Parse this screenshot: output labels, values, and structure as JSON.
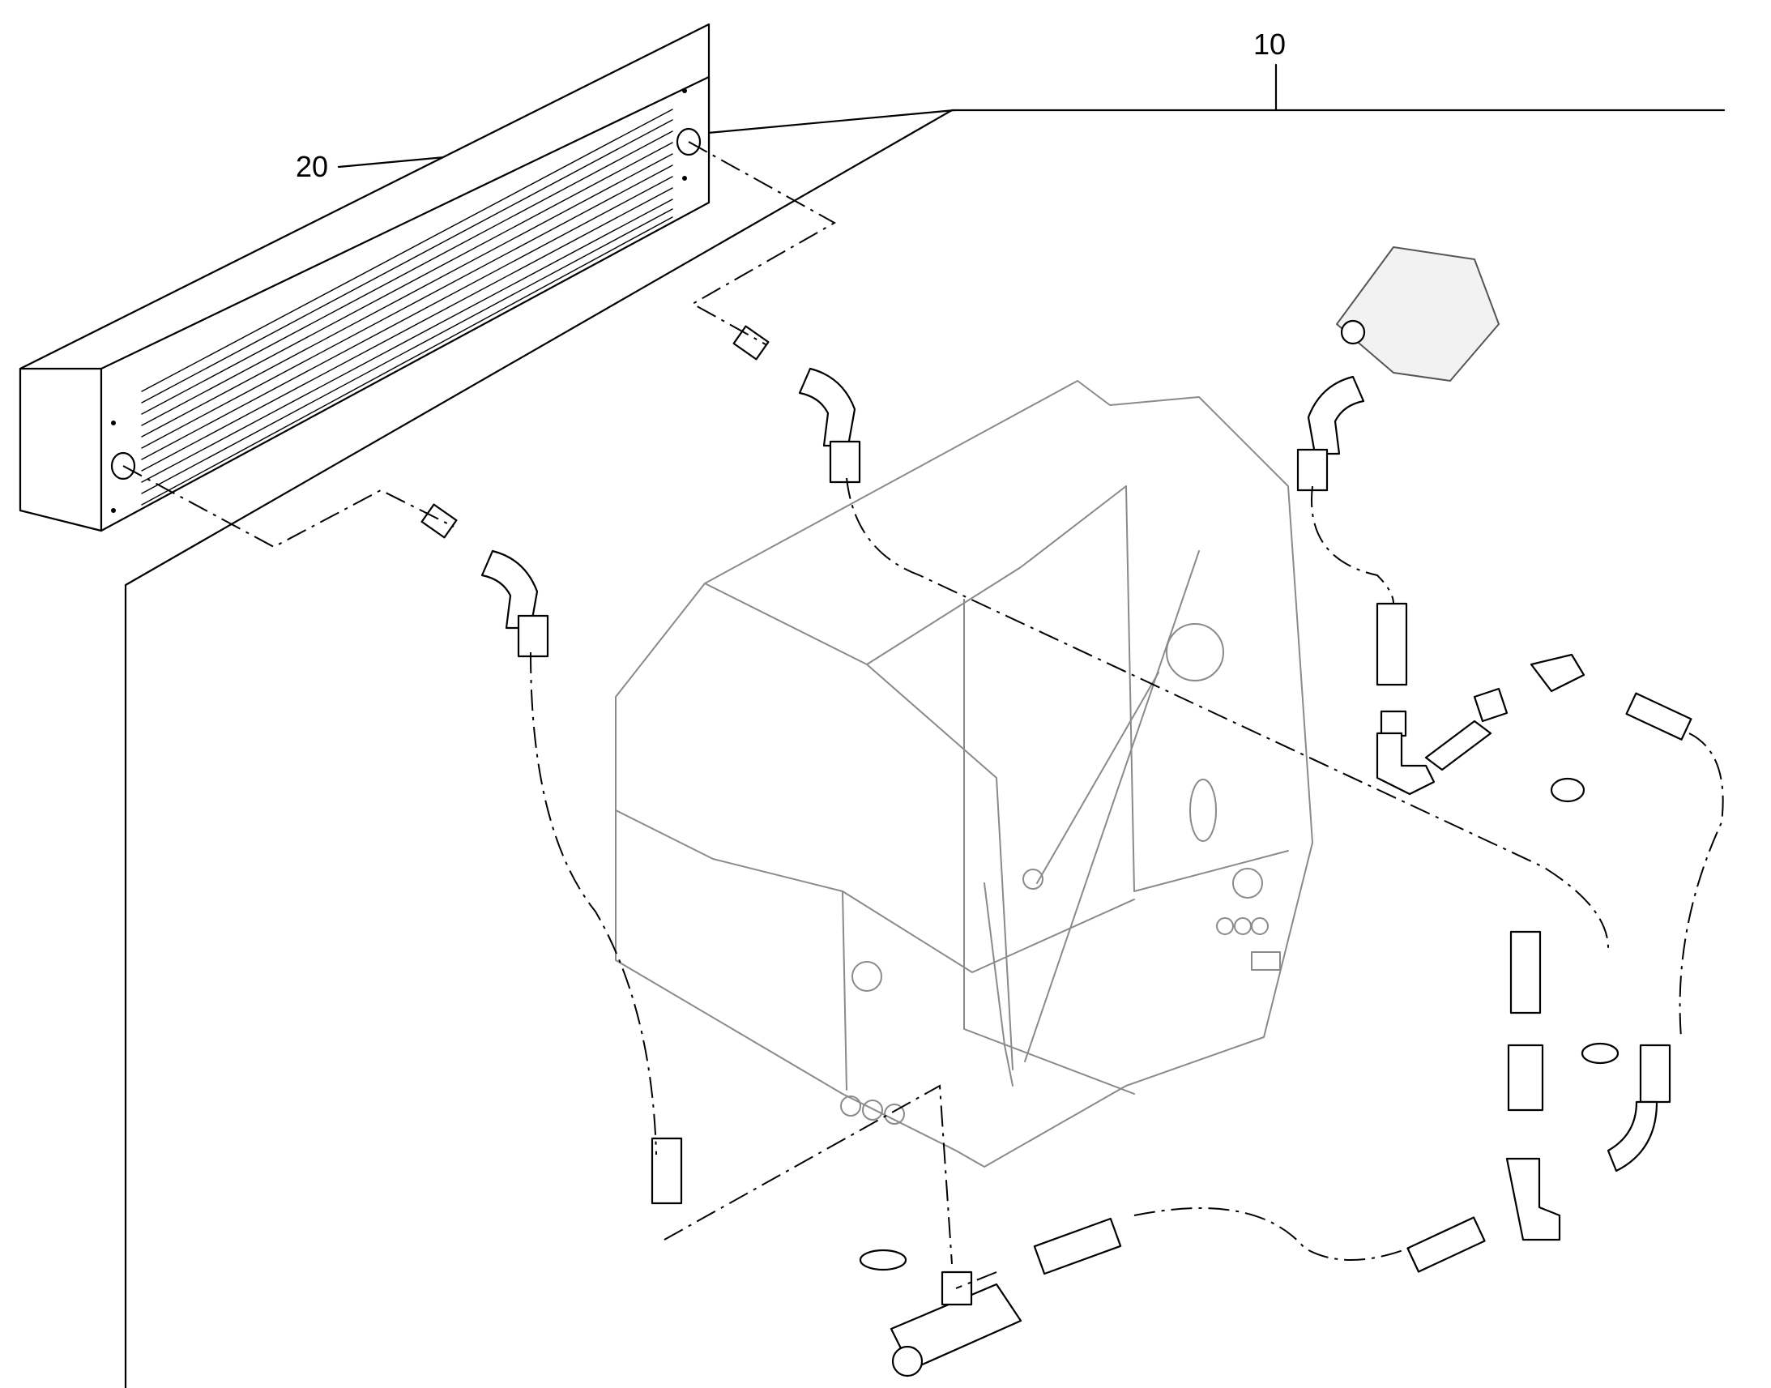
{
  "callouts": [
    {
      "id": "10",
      "label": "10"
    },
    {
      "id": "20",
      "label": "20"
    }
  ],
  "colors": {
    "line": "#000000",
    "frame_line": "#8a8a8a",
    "background": "#ffffff"
  }
}
